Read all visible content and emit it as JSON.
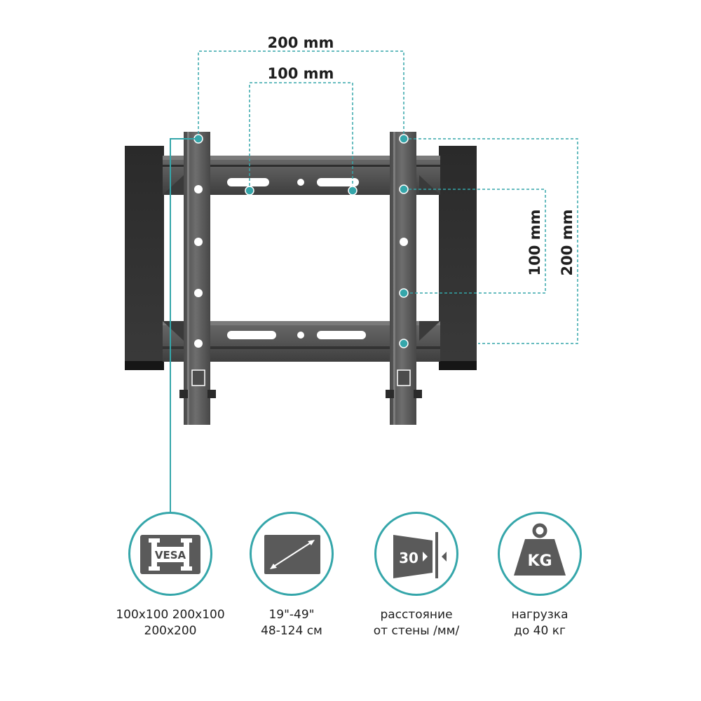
{
  "colors": {
    "accent": "#35a6aa",
    "steel": "#5c5c5c",
    "steel_dark": "#3b3b3b",
    "screen": "#1f1f1f"
  },
  "dimensions": {
    "horizontal_outer": "200 mm",
    "horizontal_inner": "100 mm",
    "vertical_inner": "100 mm",
    "vertical_outer": "200 mm"
  },
  "features": [
    {
      "icon": "vesa-icon",
      "icon_text": "VESA",
      "line1": "100x100 200x100",
      "line2": "200x200"
    },
    {
      "icon": "screen-diagonal-icon",
      "line1": "19\"-49\"",
      "line2": "48-124 см"
    },
    {
      "icon": "wall-distance-icon",
      "icon_text": "30",
      "line1": "расстояние",
      "line2": "от стены /мм/"
    },
    {
      "icon": "weight-icon",
      "icon_text": "KG",
      "line1": "нагрузка",
      "line2": "до 40 кг"
    }
  ]
}
